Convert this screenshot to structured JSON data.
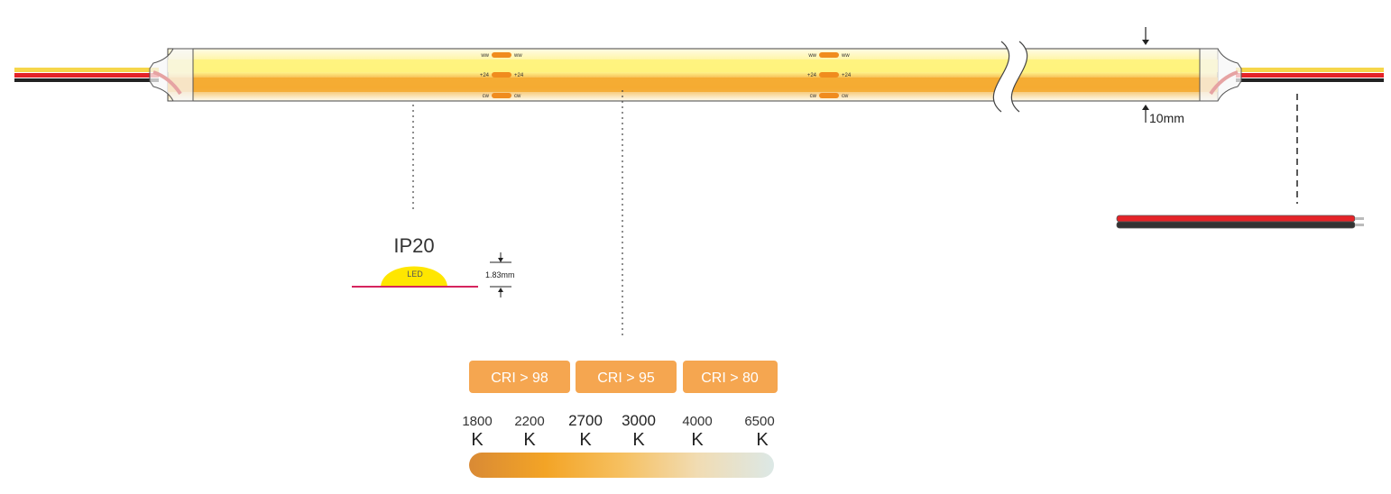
{
  "strip": {
    "pad_labels": {
      "warm": "ww",
      "positive": "+24",
      "cool": "cw"
    },
    "width_dimension": "10mm"
  },
  "profile": {
    "ip_rating": "IP20",
    "led_label": "LED",
    "height_dimension": "1.83mm"
  },
  "cri_badges": [
    "CRI > 98",
    "CRI > 95",
    "CRI > 80"
  ],
  "cct": {
    "values": [
      "1800",
      "2200",
      "2700",
      "3000",
      "4000",
      "6500"
    ],
    "unit": "K",
    "gradient_colors": [
      "#d98a35",
      "#f3a426",
      "#f6c060",
      "#f1dcb3",
      "#dce8e6"
    ]
  },
  "colors": {
    "warm_band": "#fff27a",
    "cool_band": "#f4a92e",
    "badge": "#f5a650",
    "wire_red": "#e52328",
    "wire_black": "#222222",
    "wire_yellow": "#f6d64a",
    "led_dome": "#ffe600",
    "base_line": "#d6245e"
  }
}
